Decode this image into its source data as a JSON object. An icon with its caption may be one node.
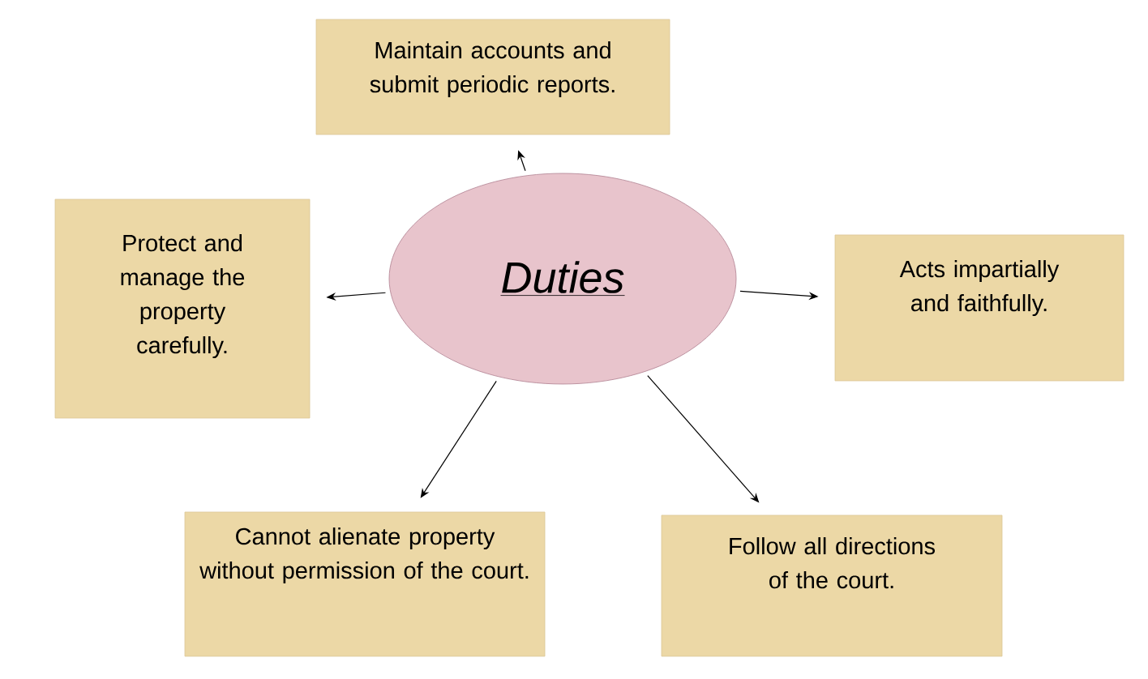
{
  "diagram": {
    "nodes": [
      {
        "text": [
          "Duties"
        ]
      },
      {
        "text": [
          "Maintain accounts and submit periodic reports."
        ]
      },
      {
        "text": [
          "Protect and manage the property carefully."
        ]
      },
      {
        "text": [
          "Acts impartially and faithfully."
        ]
      },
      {
        "text": [
          "Cannot alienate property without permission of the court."
        ]
      },
      {
        "text": [
          "Follow all directions of the court."
        ]
      }
    ],
    "edges": [
      {
        "from": 0,
        "to": 1,
        "arrow": "to"
      },
      {
        "from": 0,
        "to": 2,
        "arrow": "to"
      },
      {
        "from": 0,
        "to": 3,
        "arrow": "to"
      },
      {
        "from": 0,
        "to": 4,
        "arrow": "to"
      },
      {
        "from": 0,
        "to": 5,
        "arrow": "to"
      }
    ]
  }
}
